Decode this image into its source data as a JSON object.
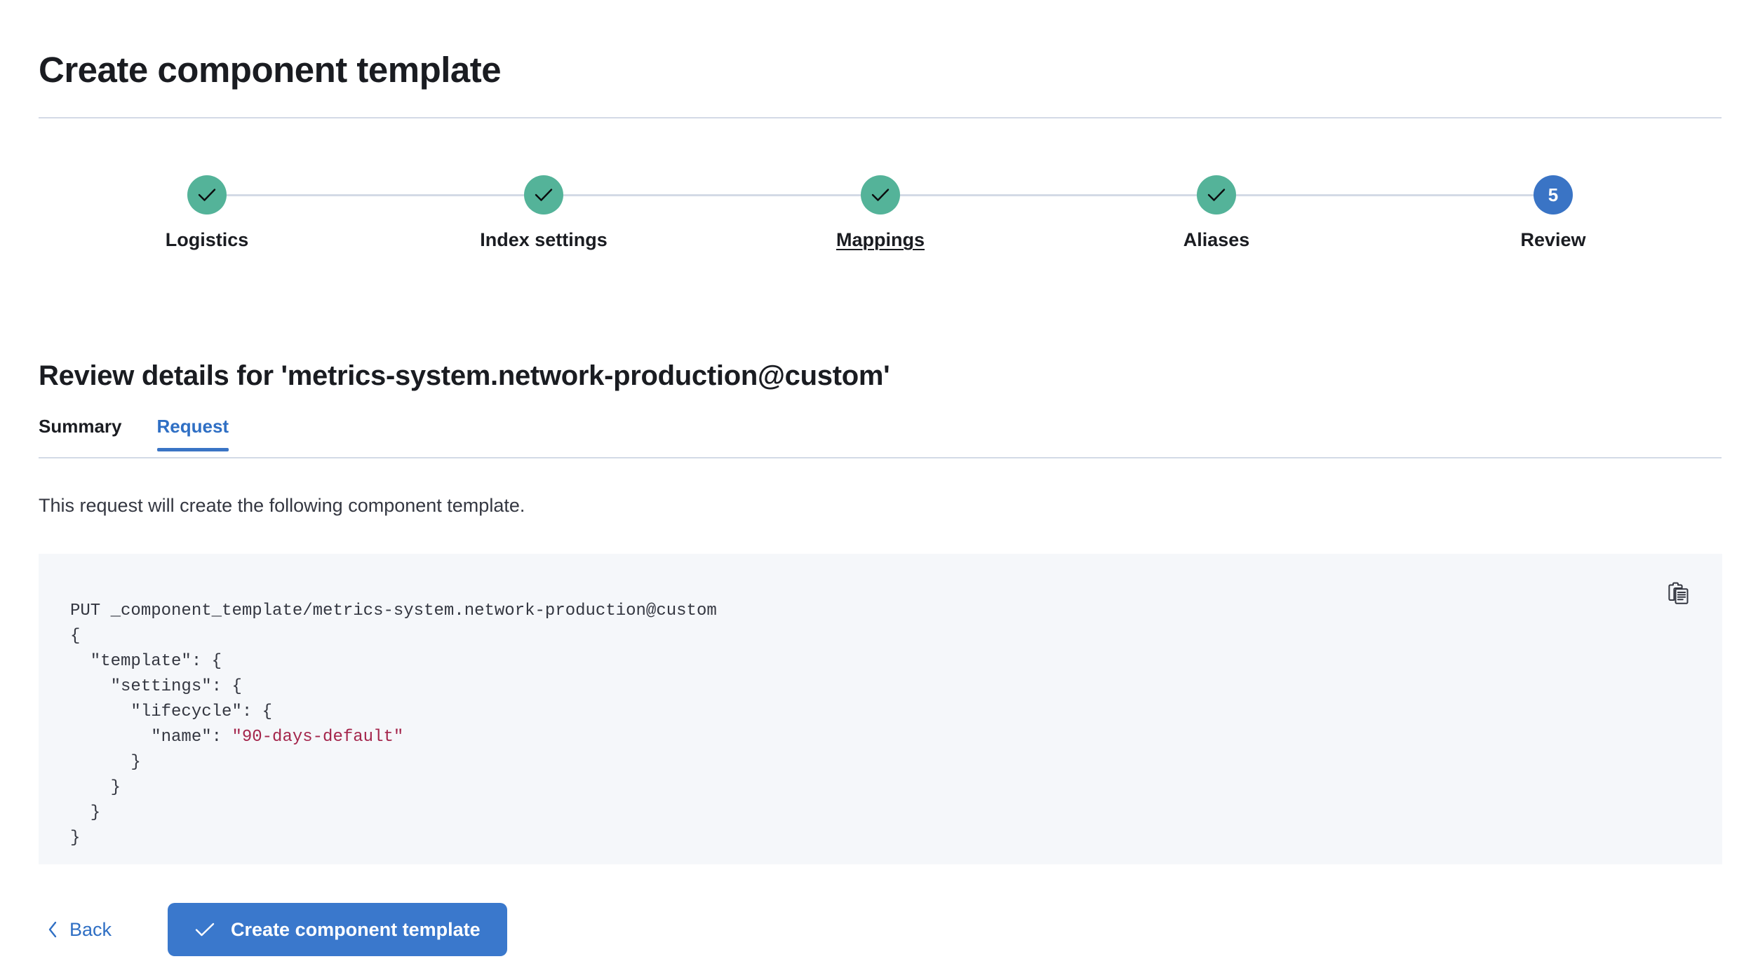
{
  "page": {
    "title": "Create component template",
    "section_heading": "Review details for 'metrics-system.network-production@custom'",
    "description": "This request will create the following component template."
  },
  "stepper": {
    "steps": [
      {
        "label": "Logistics",
        "state": "done",
        "indicator": "check-icon"
      },
      {
        "label": "Index settings",
        "state": "done",
        "indicator": "check-icon"
      },
      {
        "label": "Mappings",
        "state": "done",
        "indicator": "check-icon",
        "underlined": true
      },
      {
        "label": "Aliases",
        "state": "done",
        "indicator": "check-icon"
      },
      {
        "label": "Review",
        "state": "current",
        "indicator": "5"
      }
    ],
    "colors": {
      "done": "#54B399",
      "current": "#3A74C5",
      "line": "#D3DAE6"
    }
  },
  "tabs": [
    {
      "label": "Summary",
      "active": false
    },
    {
      "label": "Request",
      "active": true
    }
  ],
  "code": {
    "request_line": "PUT _component_template/metrics-system.network-production@custom",
    "body_before_string": "{\n  \"template\": {\n    \"settings\": {\n      \"lifecycle\": {\n        \"name\": ",
    "string_value": "\"90-days-default\"",
    "body_after_string": "\n      }\n    }\n  }\n}",
    "copy_label": "copy-clipboard-icon",
    "string_color": "#A4264C",
    "background": "#F5F7FA"
  },
  "footer": {
    "back_label": "Back",
    "create_label": "Create component template",
    "primary_color": "#3A78CC"
  }
}
